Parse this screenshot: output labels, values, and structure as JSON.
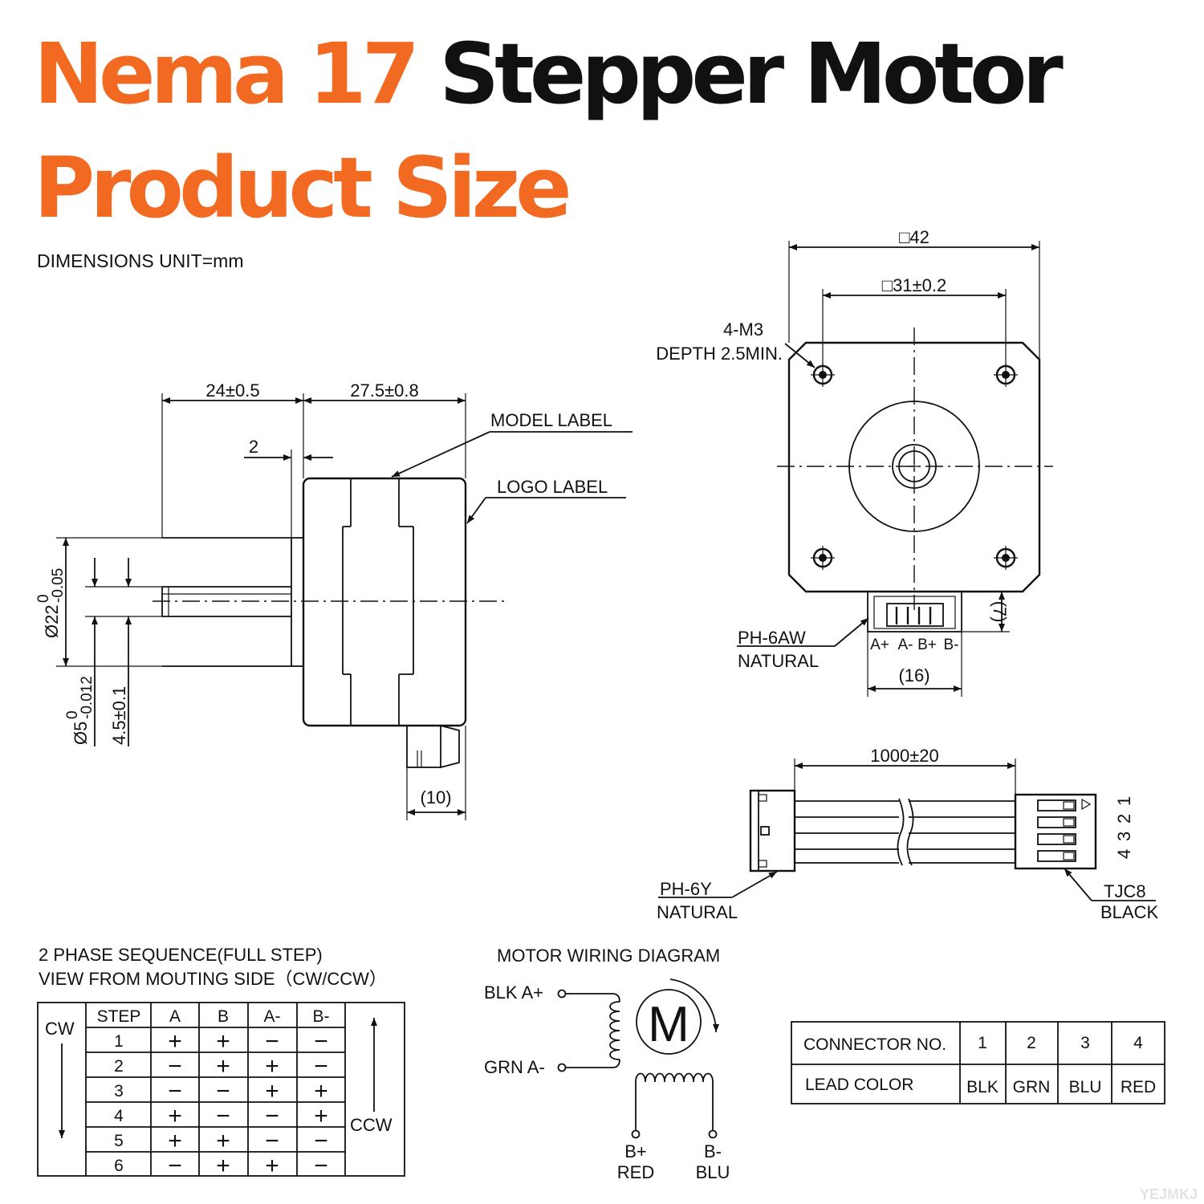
{
  "title": {
    "line1_orange": "Nema 17",
    "line1_black": "Stepper Motor",
    "line2_orange": "Product Size"
  },
  "units_note": "DIMENSIONS UNIT=mm",
  "side_view": {
    "dim_shaft_length": "24±0.5",
    "dim_body_length": "27.5±0.8",
    "dim_boss": "2",
    "dim_connector": "(10)",
    "model_label": "MODEL LABEL",
    "logo_label": "LOGO LABEL",
    "dim_boss_dia": "Ø22",
    "dim_boss_dia_tol_upper": "0",
    "dim_boss_dia_tol_lower": "-0.05",
    "dim_shaft_dia": "Ø5",
    "dim_shaft_dia_tol_upper": "0",
    "dim_shaft_dia_tol_lower": "-0.012",
    "dim_flat": "4.5±0.1"
  },
  "front_view": {
    "dim_body": "□42",
    "dim_holes": "□31±0.2",
    "holes_note_1": "4-M3",
    "holes_note_2": "DEPTH 2.5MIN.",
    "connector_name": "PH-6AW",
    "connector_color": "NATURAL",
    "pins": [
      "A+",
      "A-",
      "B+",
      "B-"
    ],
    "dim_connector_width": "(16)",
    "dim_connector_height": "(7)"
  },
  "cable": {
    "dim_length": "1000±20",
    "left_connector_name": "PH-6Y",
    "left_connector_color": "NATURAL",
    "right_connector_name": "TJC8",
    "right_connector_color": "BLACK",
    "pin_numbers": [
      "4",
      "3",
      "2",
      "1"
    ]
  },
  "sequence": {
    "title_1": "2 PHASE SEQUENCE(FULL STEP)",
    "title_2": "VIEW FROM MOUTING SIDE（CW/CCW）",
    "cw_label": "CW",
    "ccw_label": "CCW",
    "headers": [
      "STEP",
      "A",
      "B",
      "A-",
      "B-"
    ],
    "rows": [
      [
        "1",
        "+",
        "+",
        "−",
        "−"
      ],
      [
        "2",
        "−",
        "+",
        "+",
        "−"
      ],
      [
        "3",
        "−",
        "−",
        "+",
        "+"
      ],
      [
        "4",
        "+",
        "−",
        "−",
        "+"
      ],
      [
        "5",
        "+",
        "+",
        "−",
        "−"
      ],
      [
        "6",
        "−",
        "+",
        "+",
        "−"
      ]
    ]
  },
  "wiring": {
    "title": "MOTOR WIRING  DIAGRAM",
    "a_plus": "BLK  A+",
    "a_minus": "GRN  A-",
    "b_plus_1": "B+",
    "b_plus_2": "RED",
    "b_minus_1": "B-",
    "b_minus_2": "BLU",
    "motor_letter": "M"
  },
  "connector_table": {
    "row1_label": "CONNECTOR NO.",
    "row2_label": "LEAD COLOR",
    "numbers": [
      "1",
      "2",
      "3",
      "4"
    ],
    "colors": [
      "BLK",
      "GRN",
      "BLU",
      "RED"
    ]
  },
  "watermark": "YEJMKJ",
  "colors": {
    "accent": "#f26a21",
    "ink": "#111111"
  }
}
